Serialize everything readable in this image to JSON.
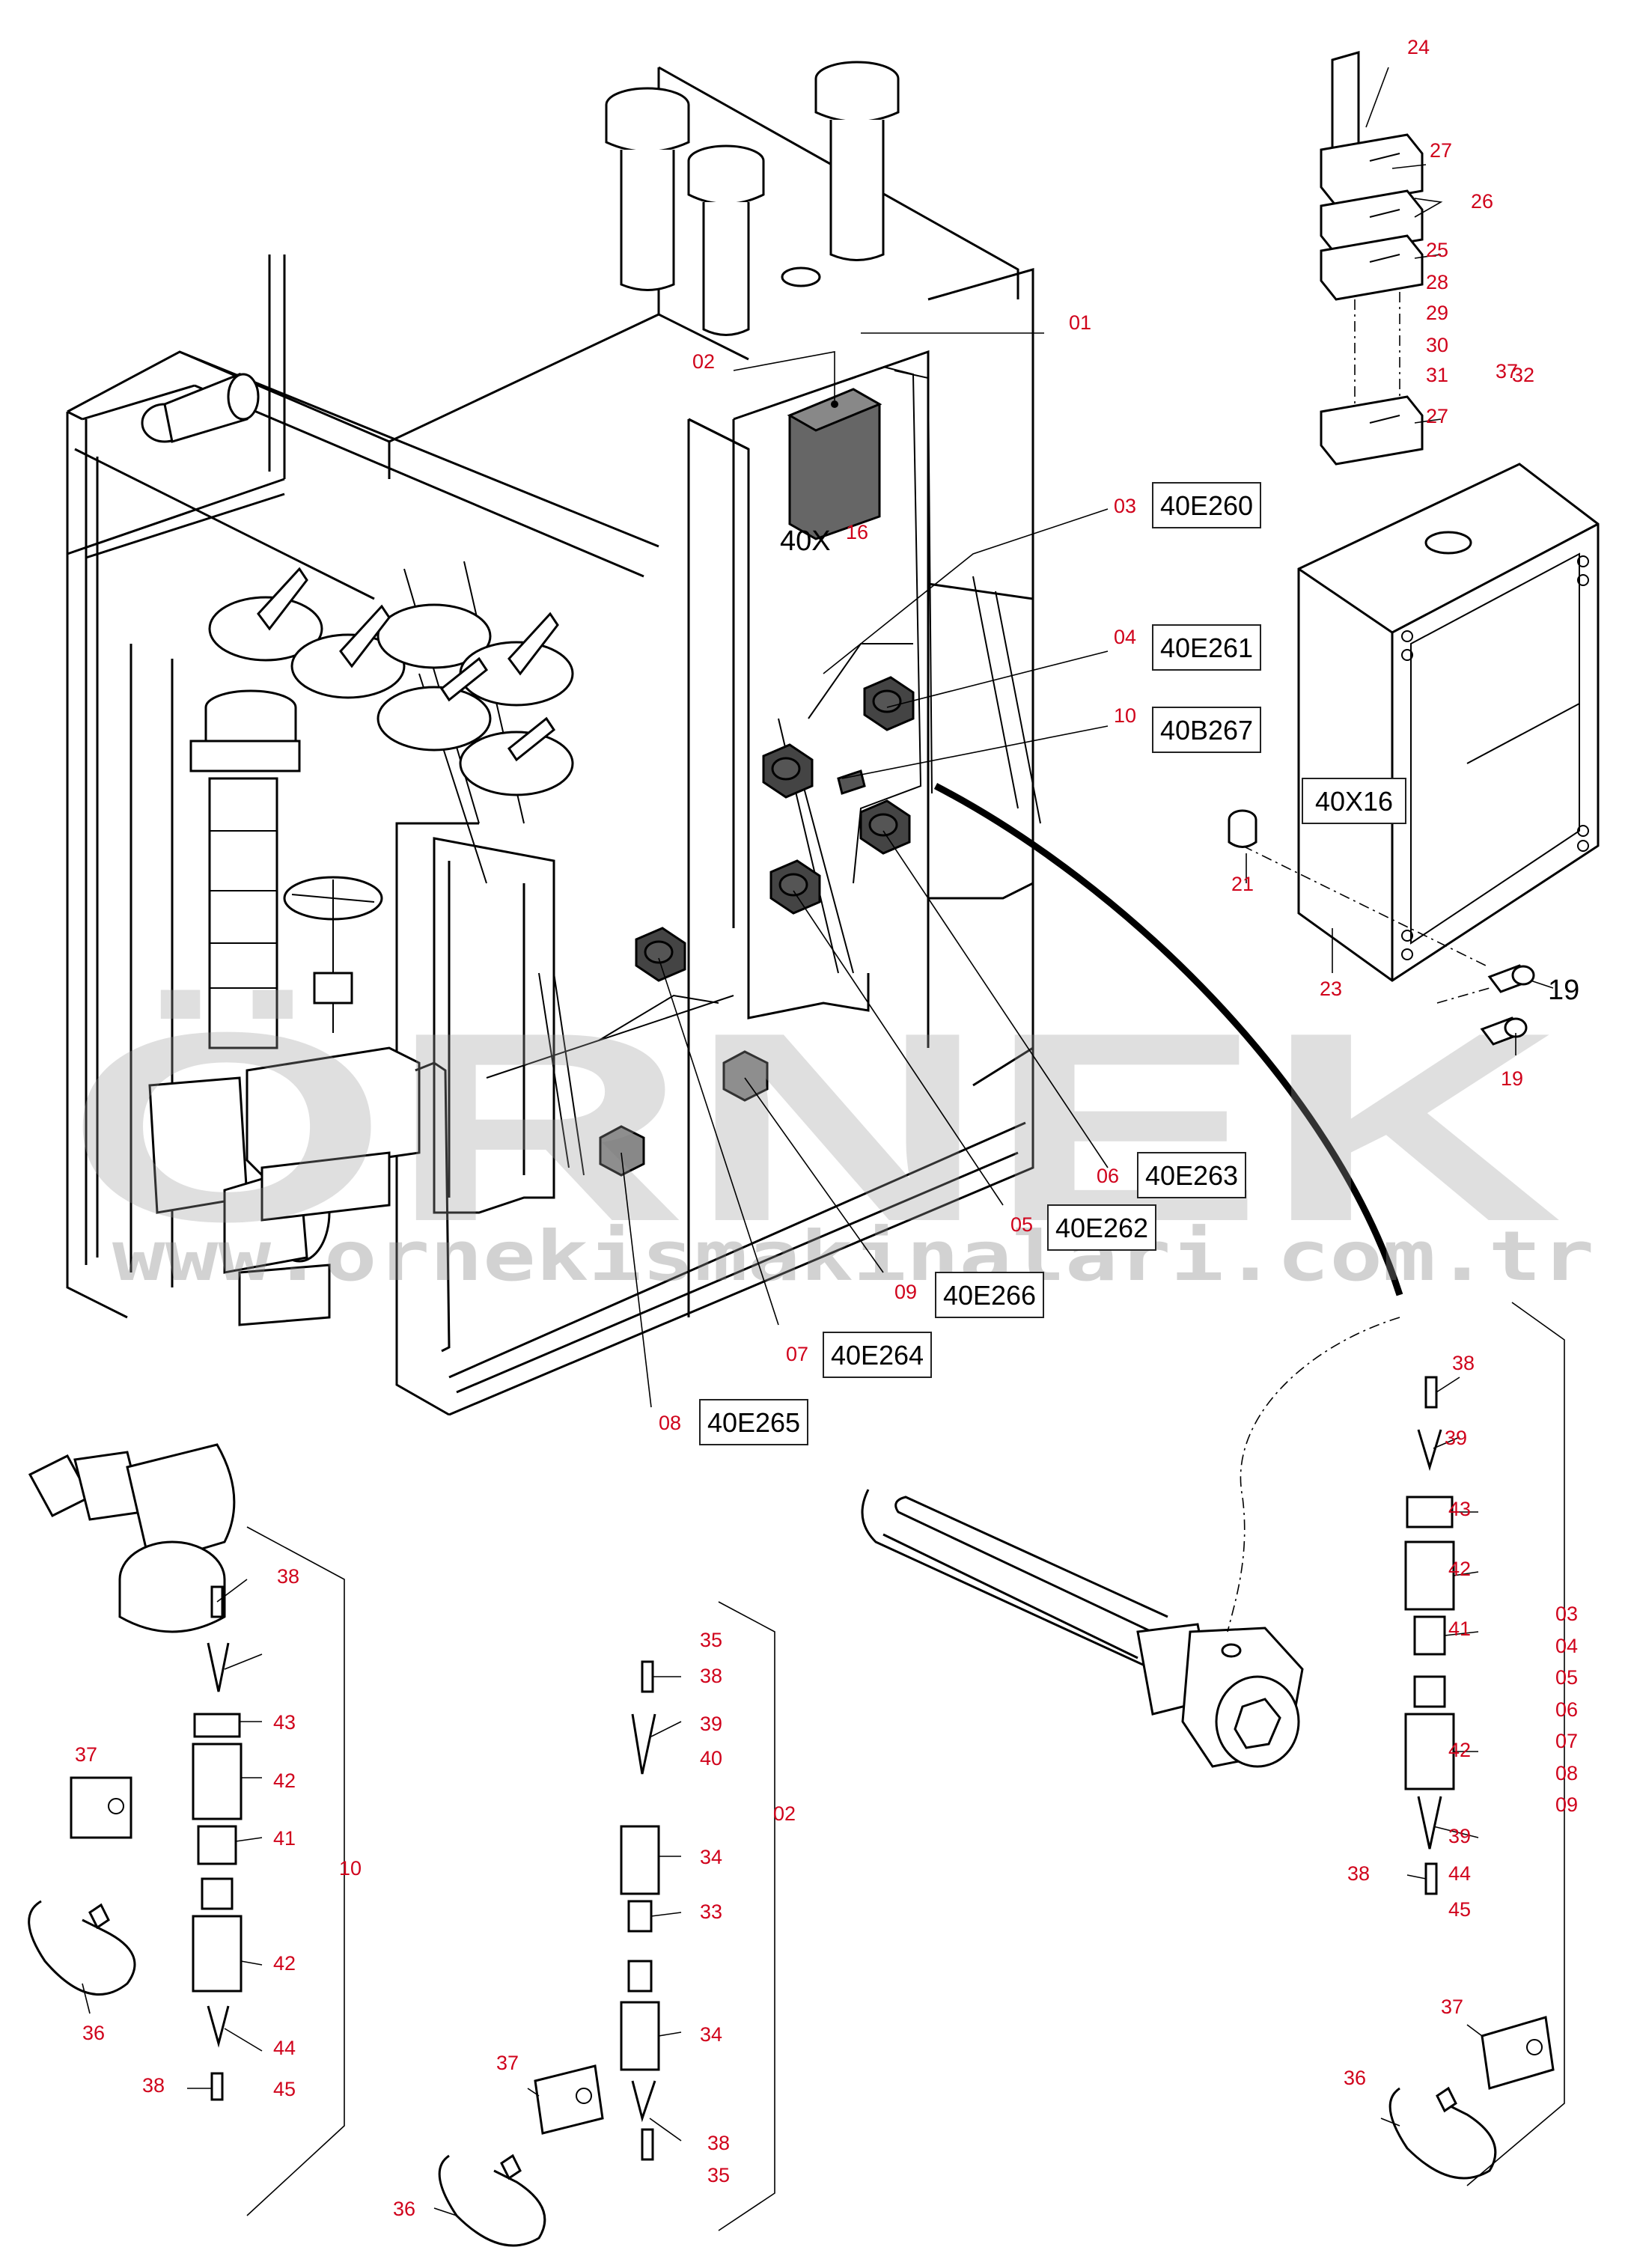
{
  "watermark": {
    "brand": "ÖRNEK",
    "url": "www.ornekismakinalari.com.tr"
  },
  "tags": [
    {
      "id": "40E260"
    },
    {
      "id": "40E261"
    },
    {
      "id": "40B267"
    },
    {
      "id": "40X16"
    },
    {
      "id": "40E263"
    },
    {
      "id": "40E262"
    },
    {
      "id": "40E266"
    },
    {
      "id": "40E264"
    },
    {
      "id": "40E265"
    }
  ],
  "labels": {
    "conn_40x": "40X",
    "conn_16": "16",
    "screw_19": "19"
  },
  "callouts": [
    "24",
    "27",
    "26",
    "25",
    "28",
    "29",
    "30",
    "31",
    "32",
    "27",
    "01",
    "02",
    "03",
    "04",
    "10",
    "21",
    "23",
    "19",
    "06",
    "05",
    "09",
    "07",
    "08",
    "38",
    "39",
    "43",
    "42",
    "41",
    "42",
    "39",
    "38",
    "44",
    "45",
    "03",
    "04",
    "05",
    "06",
    "07",
    "08",
    "09",
    "37",
    "36",
    "38",
    "43",
    "42",
    "41",
    "42",
    "44",
    "38",
    "45",
    "37",
    "36",
    "10",
    "35",
    "38",
    "39",
    "40",
    "34",
    "33",
    "34",
    "38",
    "35",
    "37",
    "36",
    "02",
    ","
  ]
}
